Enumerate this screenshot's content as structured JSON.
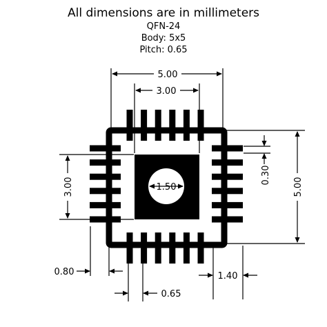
{
  "title": "All dimensions are in millimeters",
  "subtitle_lines": [
    "QFN-24",
    "Body: 5x5",
    "Pitch: 0.65"
  ],
  "package": {
    "name": "QFN-24",
    "body_mm": "5x5",
    "pitch_mm": 0.65,
    "pins_per_side": 6,
    "colors": {
      "ink": "#000000",
      "background": "#ffffff"
    }
  },
  "dimensions": {
    "body_width": "5.00",
    "pad_row_span": "3.00",
    "pad_column_span": "3.00",
    "body_height": "5.00",
    "pad_width": "0.30",
    "thermal_pad_hole": "1.50",
    "pad_length": "0.80",
    "pad_extension": "1.40",
    "pitch": "0.65"
  }
}
